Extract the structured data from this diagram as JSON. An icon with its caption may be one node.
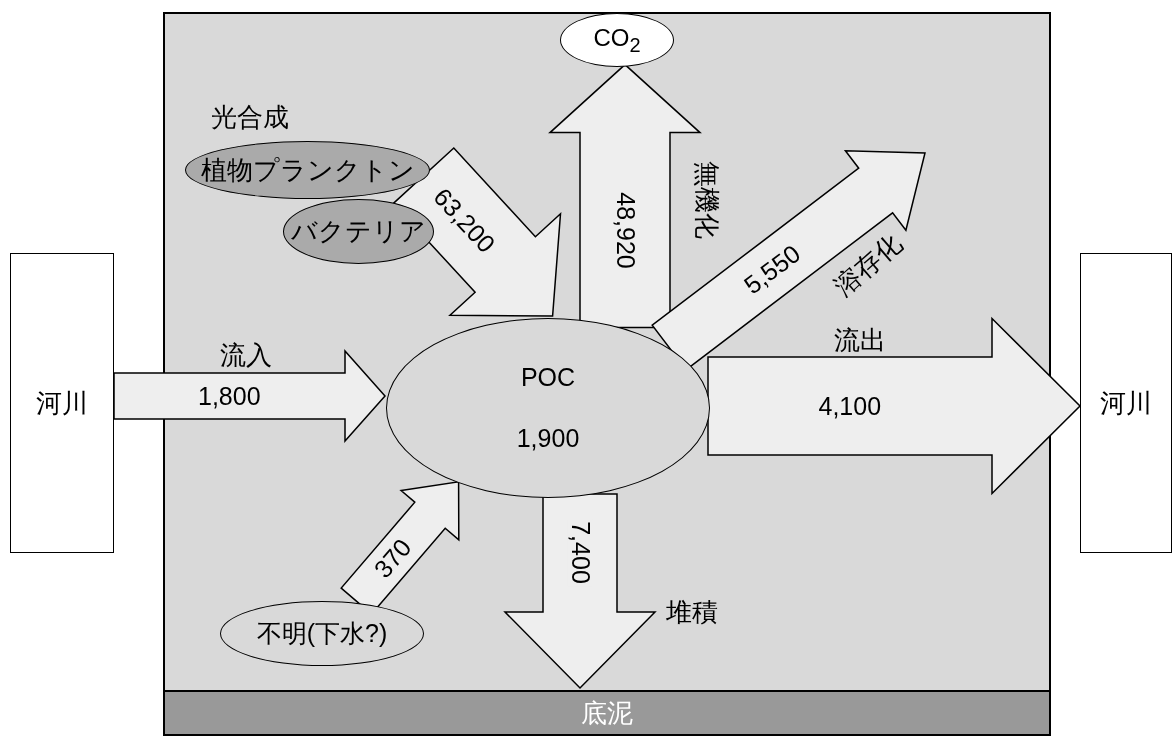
{
  "diagram": {
    "nodes": [
      {
        "text": [],
        "shape": "box"
      },
      {
        "text": [
          "河川"
        ]
      },
      {
        "text": [
          "CO$_{2}$"
        ],
        "in": 0
      },
      {
        "text": [
          "植物プランクトン"
        ],
        "in": 0
      },
      {
        "text": [
          "バクテリア"
        ],
        "in": 0
      },
      {
        "text": [
          "POC",
          "1,900"
        ],
        "in": 0
      },
      {
        "text": [
          "不明(下水?)"
        ],
        "in": 0
      },
      {
        "text": [
          "底泥"
        ],
        "in": 0
      },
      {
        "text": [
          "河川"
        ]
      }
    ],
    "edges": [
      {
        "from": 1,
        "to": 5,
        "arrow": "to",
        "label": "1,800"
      },
      {
        "from": 3,
        "to": 5,
        "arrow": "to",
        "label": "63,200"
      },
      {
        "from": 5,
        "to": 2,
        "arrow": "to",
        "label": "48,920"
      },
      {
        "from": 5,
        "to": null,
        "arrow": "to",
        "label": "5,550"
      },
      {
        "from": 5,
        "to": 8,
        "arrow": "to",
        "label": "4,100"
      },
      {
        "from": 6,
        "to": 5,
        "arrow": "to",
        "label": "370"
      },
      {
        "from": 5,
        "to": 7,
        "arrow": "to",
        "label": "7,400"
      }
    ],
    "labels": [
      "光合成",
      "無機化",
      "溶存化",
      "流出",
      "流入",
      "堆積"
    ]
  }
}
